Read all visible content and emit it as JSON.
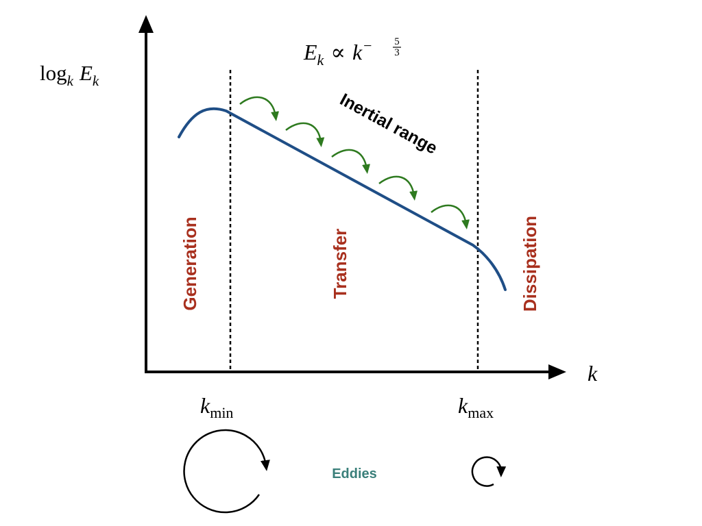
{
  "axes": {
    "y_label": {
      "log": "log",
      "log_sub": "k",
      "var": "E",
      "var_sub": "k"
    },
    "x_label": "k"
  },
  "formula": {
    "lhs": "E",
    "lhs_sub": "k",
    "relation": "∝",
    "base": "k",
    "exp_sign": "−",
    "exp_num": "5",
    "exp_den": "3"
  },
  "ticks": {
    "k_min": {
      "var": "k",
      "sub": "min"
    },
    "k_max": {
      "var": "k",
      "sub": "max"
    }
  },
  "regions": {
    "generation": "Generation",
    "transfer": "Transfer",
    "dissipation": "Dissipation"
  },
  "inertial_range_label": "Inertial range",
  "eddies_label": "Eddies",
  "colors": {
    "curve": "#1f4e86",
    "arrows": "#2e7a1f",
    "region_text": "#a8301e",
    "eddies_text": "#3a7f7a",
    "axis": "#000000"
  }
}
